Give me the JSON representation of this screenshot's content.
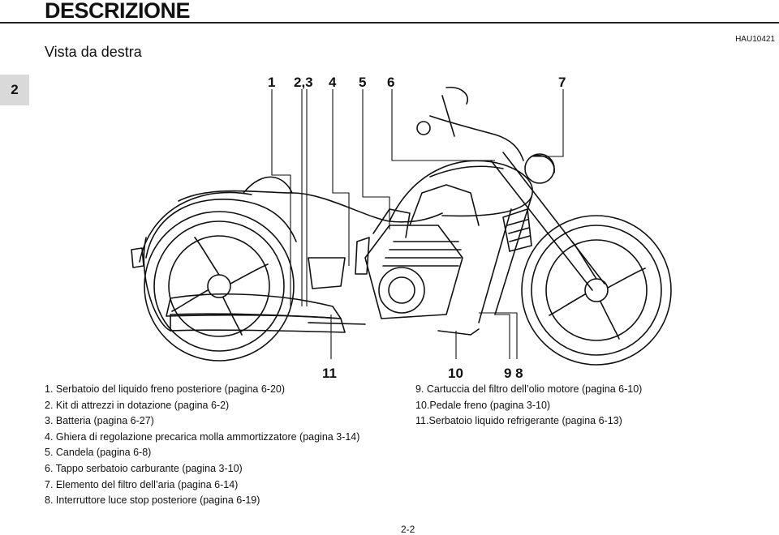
{
  "header": {
    "title": "DESCRIZIONE",
    "subtitle": "Vista da destra",
    "code": "HAU10421"
  },
  "chapter_tab": "2",
  "callouts": {
    "top": [
      "1",
      "2,3",
      "4",
      "5",
      "6",
      "7"
    ],
    "bottom": [
      "11",
      "10",
      "9 8"
    ]
  },
  "parts_left": [
    "1. Serbatoio del liquido freno posteriore (pagina 6-20)",
    "2. Kit di attrezzi in dotazione (pagina 6-2)",
    "3. Batteria (pagina 6-27)",
    "4. Ghiera di regolazione precarica molla ammortizzatore (pagina 3-14)",
    "5. Candela (pagina 6-8)",
    "6. Tappo serbatoio carburante (pagina 3-10)",
    "7. Elemento del filtro dell’aria (pagina 6-14)",
    "8. Interruttore luce stop posteriore (pagina 6-19)"
  ],
  "parts_right": [
    "9. Cartuccia del filtro dell’olio motore (pagina 6-10)",
    "10.Pedale freno (pagina 3-10)",
    "11.Serbatoio liquido refrigerante (pagina 6-13)"
  ],
  "page_number": "2-2"
}
